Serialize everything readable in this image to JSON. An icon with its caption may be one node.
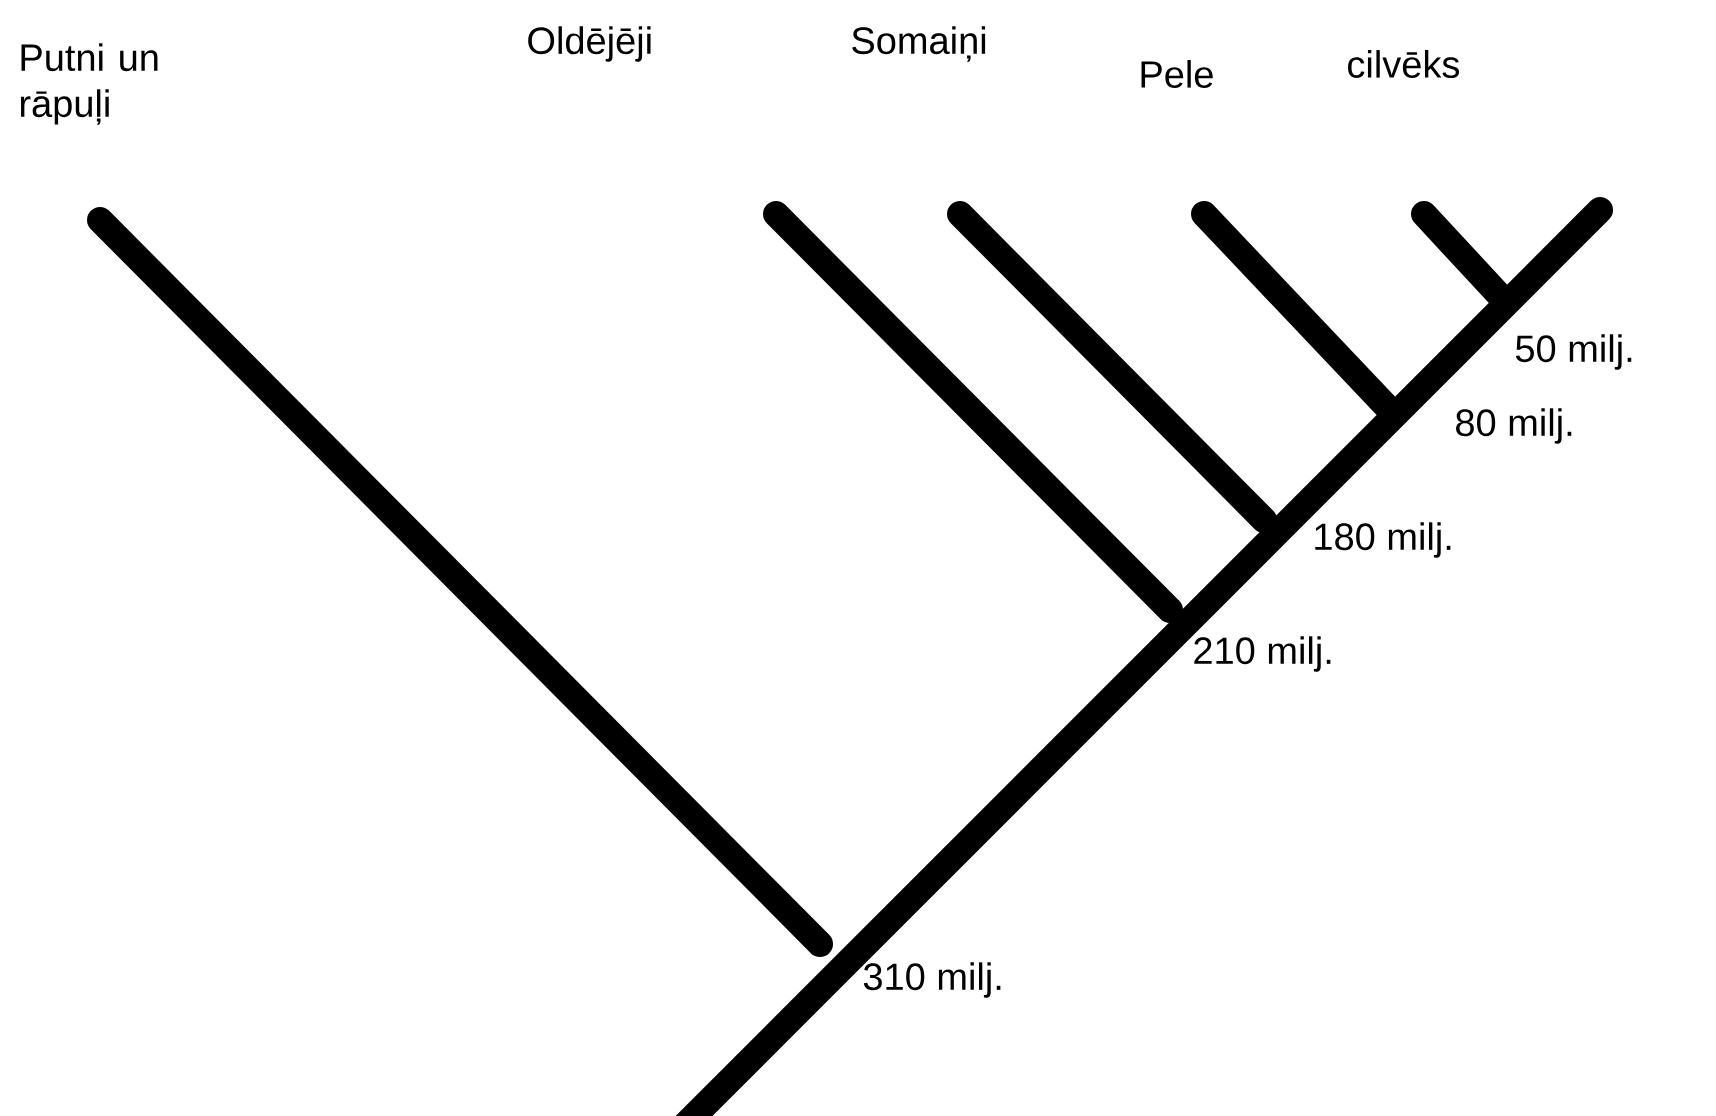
{
  "diagram": {
    "labels": [
      "Putni un rāpuļi",
      "Oldējēji",
      "Somaiņi",
      "Pele",
      "cilvēks",
      "50 milj.",
      "80 milj.",
      "180 milj.",
      "210 milj.",
      "310 milj."
    ]
  }
}
